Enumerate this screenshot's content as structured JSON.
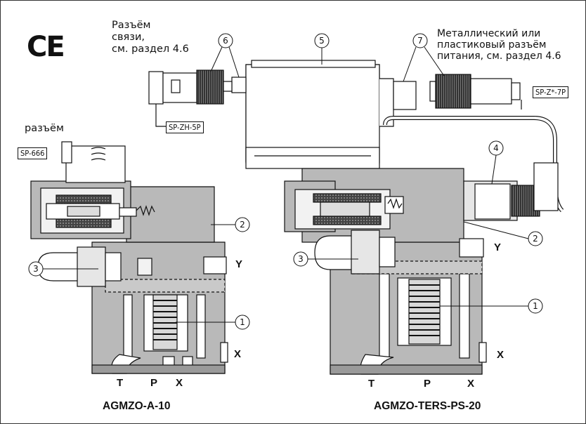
{
  "ce_mark": "CE",
  "labels": {
    "comm_connector": [
      "Разъём",
      "связи,",
      "см. раздел 4.6"
    ],
    "power_connector": [
      "Металлический или",
      "пластиковый разъём",
      "питания, см. раздел 4.6"
    ],
    "connector": "разъём"
  },
  "codes": {
    "sp666": "SP-666",
    "spzh5p": "SP-ZH-5P",
    "spz7p": "SP-Z*-7P"
  },
  "callouts": [
    "1",
    "2",
    "3",
    "4",
    "5",
    "6",
    "7"
  ],
  "left_valve": {
    "model": "AGMZO-A-10",
    "ports": {
      "t": "T",
      "p": "P",
      "x_bottom": "X",
      "y": "Y",
      "x_side": "X"
    }
  },
  "right_valve": {
    "model": "AGMZO-TERS-PS-20",
    "ports": {
      "t": "T",
      "p": "P",
      "x_bottom": "X",
      "y": "Y",
      "x_side": "X"
    }
  },
  "colors": {
    "body": "#b9b9b9",
    "dark": "#2a2a2a",
    "line": "#111111"
  }
}
